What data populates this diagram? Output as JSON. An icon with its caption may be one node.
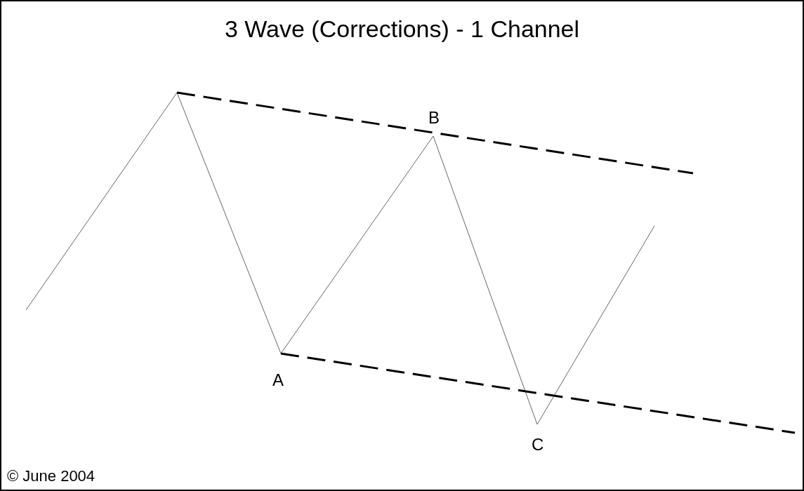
{
  "diagram": {
    "title": "3 Wave (Corrections) - 1 Channel",
    "caption": "© June 2004",
    "labels": [
      "B",
      "A",
      "C"
    ]
  }
}
